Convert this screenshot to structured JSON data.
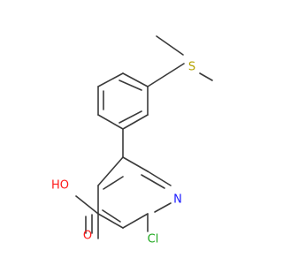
{
  "molecule": {
    "atoms": {
      "s": {
        "symbol": "S",
        "color": "#b5a300"
      },
      "n": {
        "symbol": "N",
        "color": "#1a1aff"
      },
      "cl": {
        "symbol": "Cl",
        "color": "#1fa81f"
      },
      "o": {
        "symbol": "O",
        "color": "#ff1a1a"
      },
      "oh": {
        "symbol": "HO",
        "color": "#ff1a1a"
      }
    },
    "bond_color": "#3a3a3a"
  }
}
